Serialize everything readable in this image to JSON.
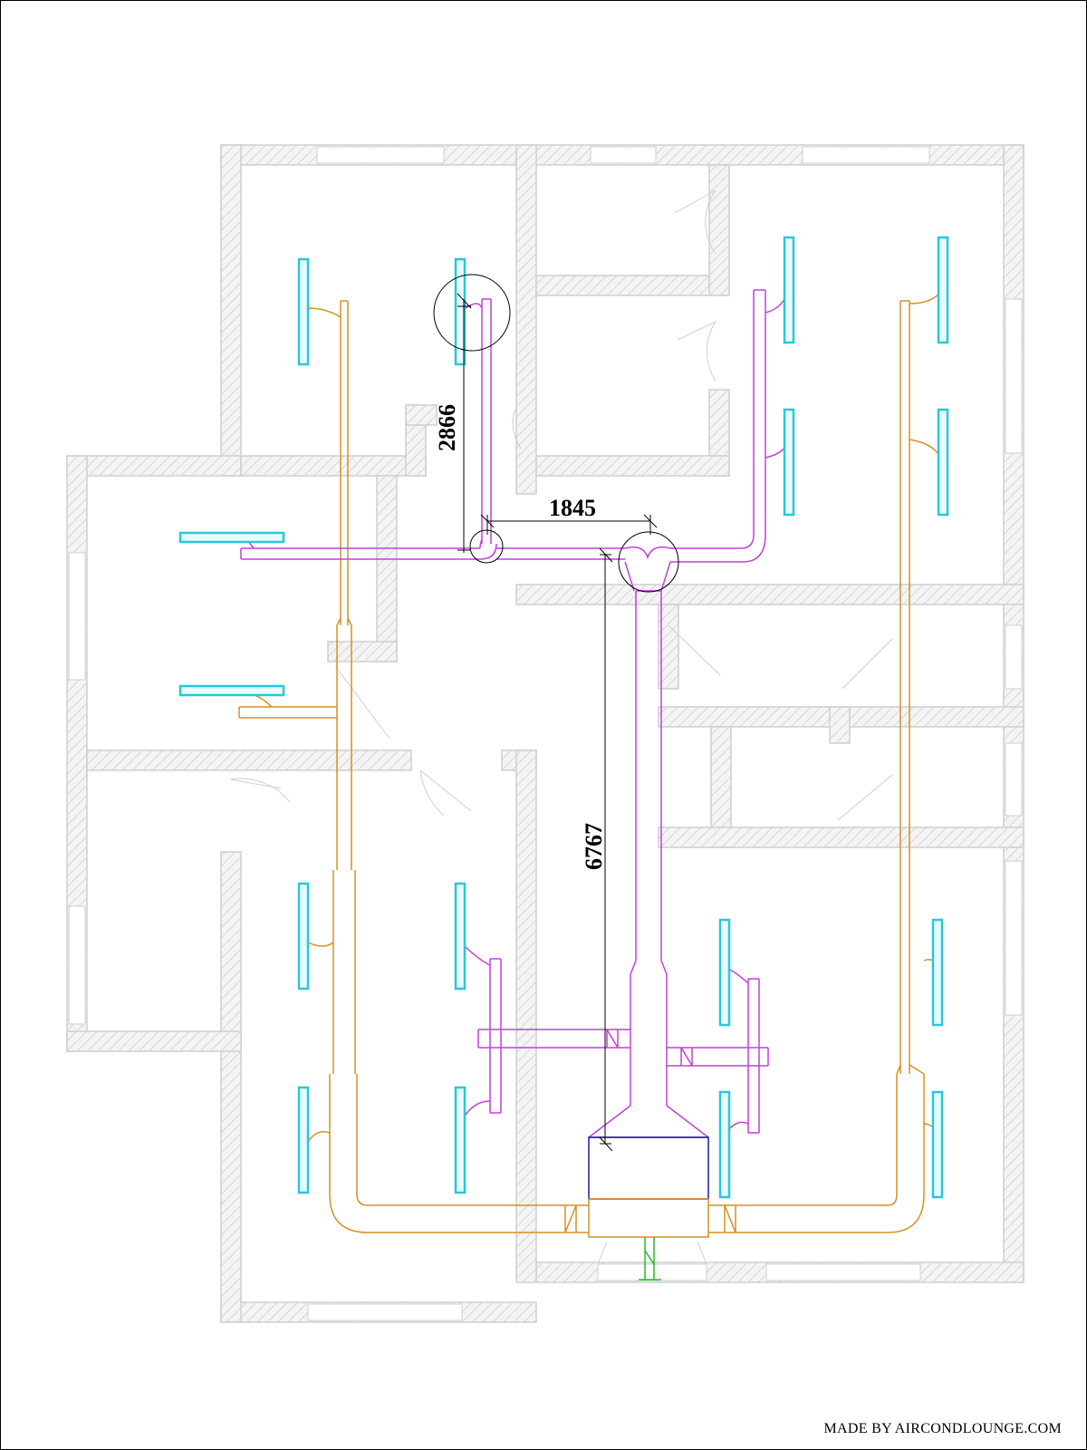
{
  "dimensions": {
    "vertical_branch": "2866",
    "horizontal_branch": "1845",
    "main_trunk": "6767"
  },
  "credit": "MADE BY AIRCONDLOUNGE.COM",
  "colors": {
    "wall": "#dcdcdc",
    "wall_hatch": "#e6e6e6",
    "supply_duct": "#c040d8",
    "return_duct": "#d59020",
    "grille": "#28c8d8",
    "outdoor_connection": "#20c020",
    "indoor_unit": "#1a1aa0",
    "dimension": "#000000"
  }
}
